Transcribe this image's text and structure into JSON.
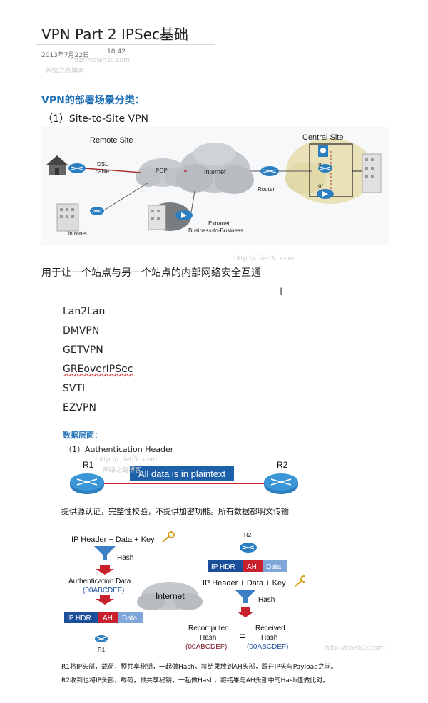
{
  "header": {
    "title": "VPN Part 2 IPSec基础",
    "date": "2013年7月22日",
    "time": "18:42"
  },
  "watermark": {
    "url": "http://ccieh3c.com",
    "blog": "网络之路博客"
  },
  "section1": {
    "heading": "VPN的部署场景分类：",
    "sub": "（1）Site-to-Site VPN",
    "diagram": {
      "remote_site": "Remote Site",
      "central_site": "Central Site",
      "dsl": "DSL",
      "cable": "cable",
      "pop": "POP",
      "internet": "Internet",
      "router": "Router",
      "or1": "or",
      "or2": "or",
      "intranet": "Intranet",
      "extranet": "Extranet",
      "b2b": "Business-to-Business"
    },
    "description": "用于让一个站点与另一个站点的内部网络安全互通",
    "cursor": "I",
    "types": [
      "Lan2Lan",
      "DMVPN",
      "GETVPN",
      "GREoverIPSec",
      "SVTI",
      "EZVPN"
    ]
  },
  "section2": {
    "heading": "数据层面：",
    "sub": "（1）Authentication Header",
    "r1": "R1",
    "r2": "R2",
    "banner": "All data is in plaintext",
    "note": "提供源认证，完整性校验，不提供加密功能。所有数据都明文传输",
    "ah": {
      "ip_data_key_left": "IP Header + Data + Key",
      "hash_left": "Hash",
      "auth_data": "Authentication Data",
      "auth_value": "(00ABCDEF)",
      "ip_hdr": "IP HDR",
      "ah": "AH",
      "data": "Data",
      "r1": "R1",
      "r2": "R2",
      "internet": "Internet",
      "ip_data_key_right": "IP Header + Data + Key",
      "hash_right": "Hash",
      "recomputed": "Recomputed",
      "recomputed_hash": "Hash",
      "recomputed_value": "(00ABCDEF)",
      "equals": "=",
      "received": "Received",
      "received_hash": "Hash",
      "received_value": "(00ABCDEF)"
    },
    "line1": "R1将IP头部，载荷，预共享秘钥，一起做Hash，将结果放到AH头部，跟在IP头与Payload之间。",
    "line2": "R2收到也将IP头部，载荷，预共享秘钥，一起做Hash，将结果与AH头部中的Hash值做比对。"
  },
  "colors": {
    "heading_blue": "#1f6fb5",
    "router_blue": "#2b7fc0",
    "ah_red": "#c8202c",
    "ip_hdr_blue": "#1b4f9a",
    "data_blue": "#7fa6d8",
    "banner_blue": "#1d5fa8"
  }
}
